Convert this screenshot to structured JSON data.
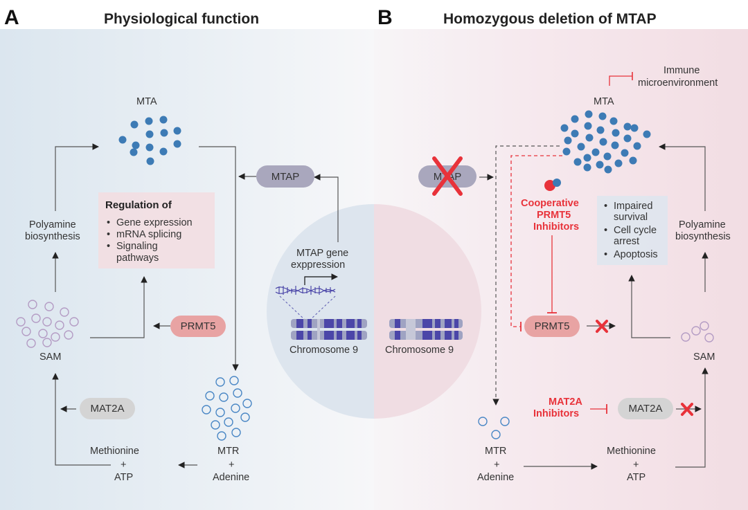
{
  "panel_a": {
    "letter": "A",
    "title": "Physiological function",
    "mta_label": "MTA",
    "mtap_label": "MTAP",
    "polyamine_line1": "Polyamine",
    "polyamine_line2": "biosynthesis",
    "sam_label": "SAM",
    "prmt5_label": "PRMT5",
    "mat2a_label": "MAT2A",
    "methionine_label": "Methionine",
    "plus_1": "+",
    "atp_label": "ATP",
    "mtr_label": "MTR",
    "plus_2": "+",
    "adenine_label": "Adenine",
    "regulation_box": {
      "title": "Regulation of",
      "items": [
        "Gene expression",
        "mRNA splicing",
        "Signaling",
        "pathways"
      ]
    }
  },
  "center": {
    "expression_line1": "MTAP gene",
    "expression_line2": "exppression",
    "chromosome_left": "Chromosome 9",
    "chromosome_right": "Chromosome 9"
  },
  "panel_b": {
    "letter": "B",
    "title": "Homozygous deletion of MTAP",
    "immune_line1": "Immune",
    "immune_line2": "microenvironment",
    "mta_label": "MTA",
    "mtap_label": "MTAP",
    "inhibitor_line1": "Cooperative",
    "inhibitor_line2": "PRMT5",
    "inhibitor_line3": "Inhibitors",
    "prmt5_label": "PRMT5",
    "mat2a_inhibitor_line1": "MAT2A",
    "mat2a_inhibitor_line2": "Inhibitors",
    "mat2a_label": "MAT2A",
    "polyamine_line1": "Polyamine",
    "polyamine_line2": "biosynthesis",
    "sam_label": "SAM",
    "mtr_label": "MTR",
    "plus_1": "+",
    "adenine_label": "Adenine",
    "methionine_label": "Methionine",
    "plus_2": "+",
    "atp_label": "ATP",
    "effects_box": {
      "items": [
        "Impaired",
        "survival",
        "Cell cycle",
        "arrest",
        "Apoptosis"
      ]
    }
  },
  "colors": {
    "mta_dot": "#3d7bb5",
    "mtr_ring": "#4a87c5",
    "sam_ring": "#b49cc4",
    "prmt5_pill": "#e8a3a3",
    "mtap_pill": "#a9a7bd",
    "mat2a_pill": "#d4d4d4",
    "inhibitor_red": "#e8323a",
    "chromosome": "#4b46a8"
  }
}
